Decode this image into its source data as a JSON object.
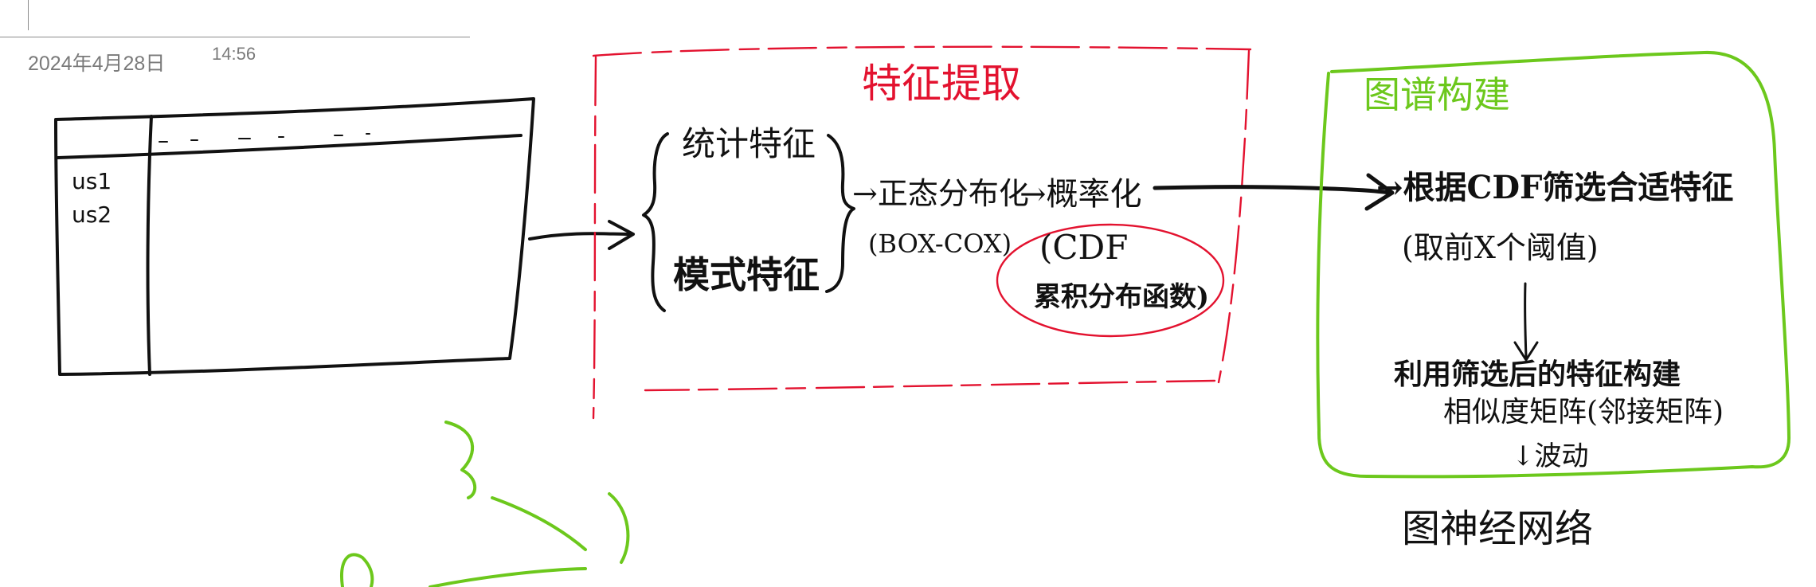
{
  "note": {
    "date": "2024年4月28日",
    "time": "14:56"
  },
  "table_sketch": {
    "rows": [
      "us1",
      "us2"
    ]
  },
  "feature_extraction": {
    "title": "特征提取",
    "stat_features": "统计特征",
    "pattern_features": "模式特征",
    "normalize": "→正态分布化",
    "normalize_method": "(BOX-COX)",
    "probability": "→概率化",
    "cdf_line1": "(CDF",
    "cdf_line2": "累积分布函数)"
  },
  "graph_building": {
    "title": "图谱构建",
    "step1_line1": "→根据CDF筛选合适特征",
    "step1_line2": "(取前X个阈值)",
    "step2_line1": "利用筛选后的特征构建",
    "step2_line2": "相似度矩阵(邻接矩阵)",
    "step2_line3": "↓波动",
    "note_below": "图神经网络"
  },
  "colors": {
    "ink_black": "#111111",
    "ink_red": "#e3122f",
    "ink_green": "#6cc81c",
    "meta_grey": "#7a7a7a"
  }
}
